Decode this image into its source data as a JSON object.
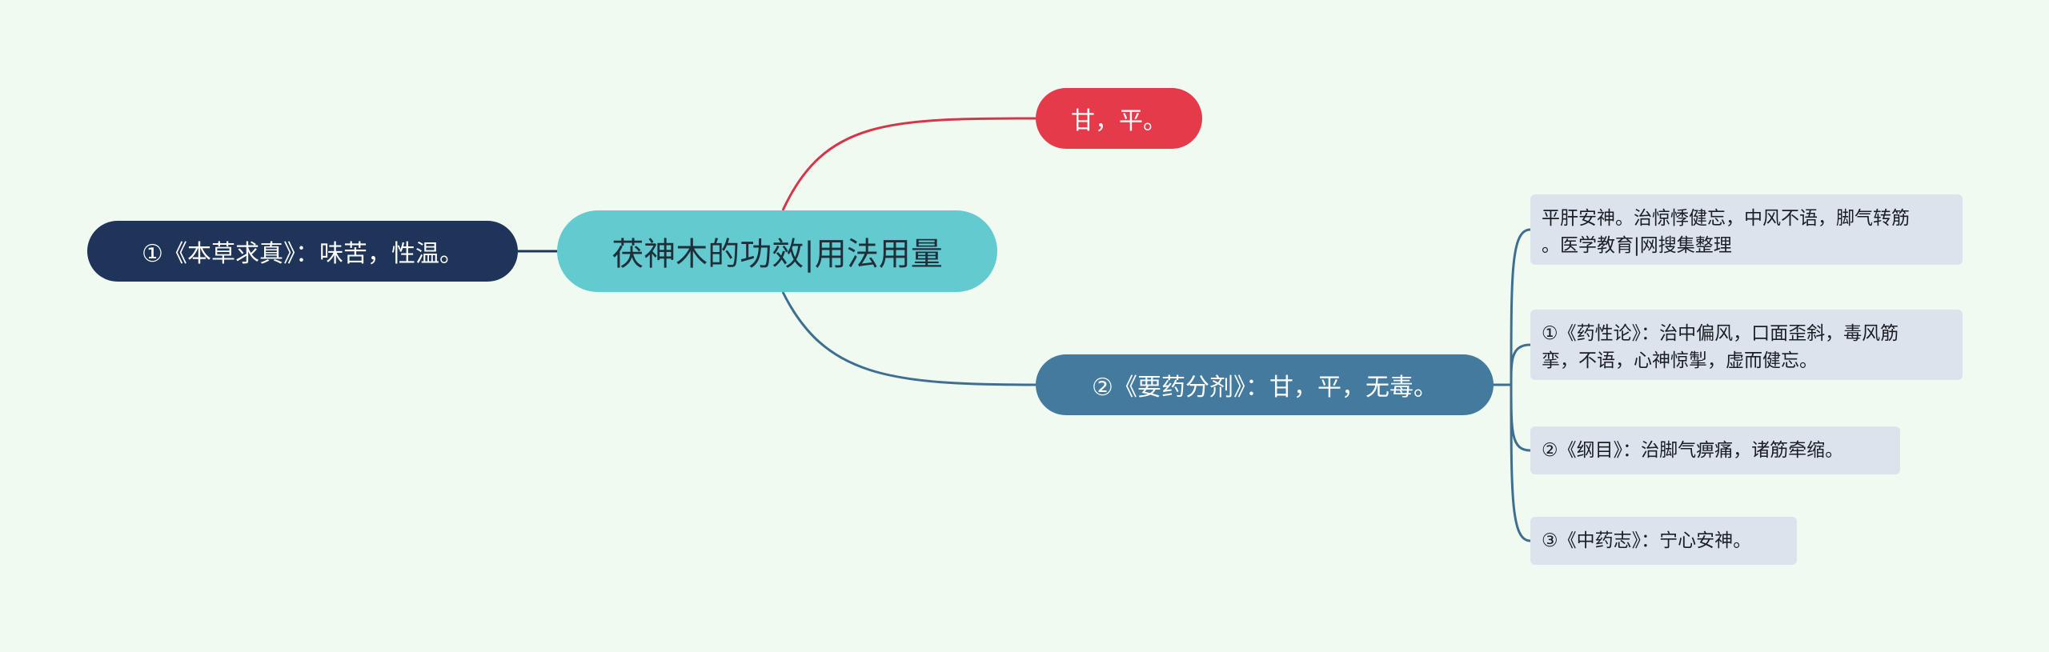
{
  "mindmap": {
    "root": {
      "label": "茯神木的功效|用法用量",
      "color": "#63cbcf"
    },
    "left_branch": {
      "label": "①《本草求真》：味苦，性温。",
      "color": "#1e3459"
    },
    "top_branch": {
      "label": "甘，平。",
      "color": "#e53a4a"
    },
    "mid_branch": {
      "label": "②《要药分剂》：甘，平，无毒。",
      "color": "#437a9d",
      "children": [
        {
          "lines": [
            "平肝安神。治惊悸健忘，中风不语，脚气转筋",
            "。医学教育|网搜集整理"
          ]
        },
        {
          "lines": [
            "①《药性论》：治中偏风，口面歪斜，毒风筋",
            "挛，不语，心神惊掣，虚而健忘。"
          ]
        },
        {
          "lines": [
            "②《纲目》：治脚气痹痛，诸筋牵缩。"
          ]
        },
        {
          "lines": [
            "③《中药志》：宁心安神。"
          ]
        }
      ]
    }
  }
}
